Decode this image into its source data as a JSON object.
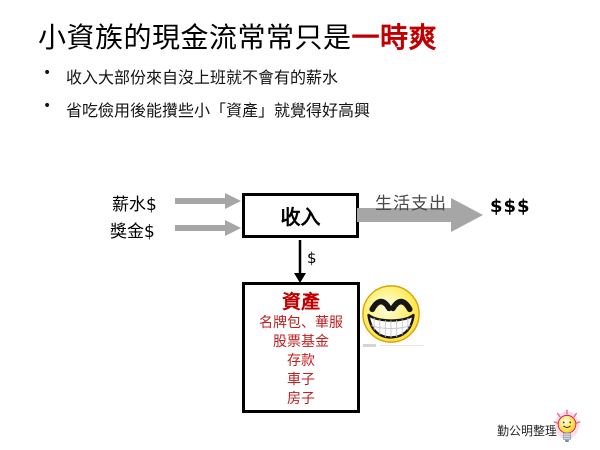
{
  "slide": {
    "title": {
      "black": "小資族的現金流常常只是",
      "red": "一時爽"
    },
    "bullets": [
      "收入大部份來自沒上班就不會有的薪水",
      "省吃儉用後能攢些小「資產」就覺得好高興"
    ],
    "diagram": {
      "salary_label": "薪水$",
      "bonus_label": "獎金$",
      "income_box_label": "收入",
      "expense_label": "生活支出",
      "expense_amount": "$$$",
      "transfer_amount": "$",
      "asset_box": {
        "title": "資產",
        "items": [
          "名牌包、華服",
          "股票基金",
          "存款",
          "車子",
          "房子"
        ]
      },
      "icons": {
        "emoji": "grinning-face-icon",
        "input_arrows": "gray-right-arrow-icon",
        "expense_arrow": "thick-gray-right-arrow-icon",
        "transfer_arrow": "black-down-arrow-icon"
      }
    },
    "footer": {
      "credit": "勤公明整理",
      "icon": "lightbulb-icon"
    },
    "colors": {
      "accent_red": "#C00000",
      "item_red": "#C02020",
      "arrow_gray": "#A6A6A6"
    }
  }
}
